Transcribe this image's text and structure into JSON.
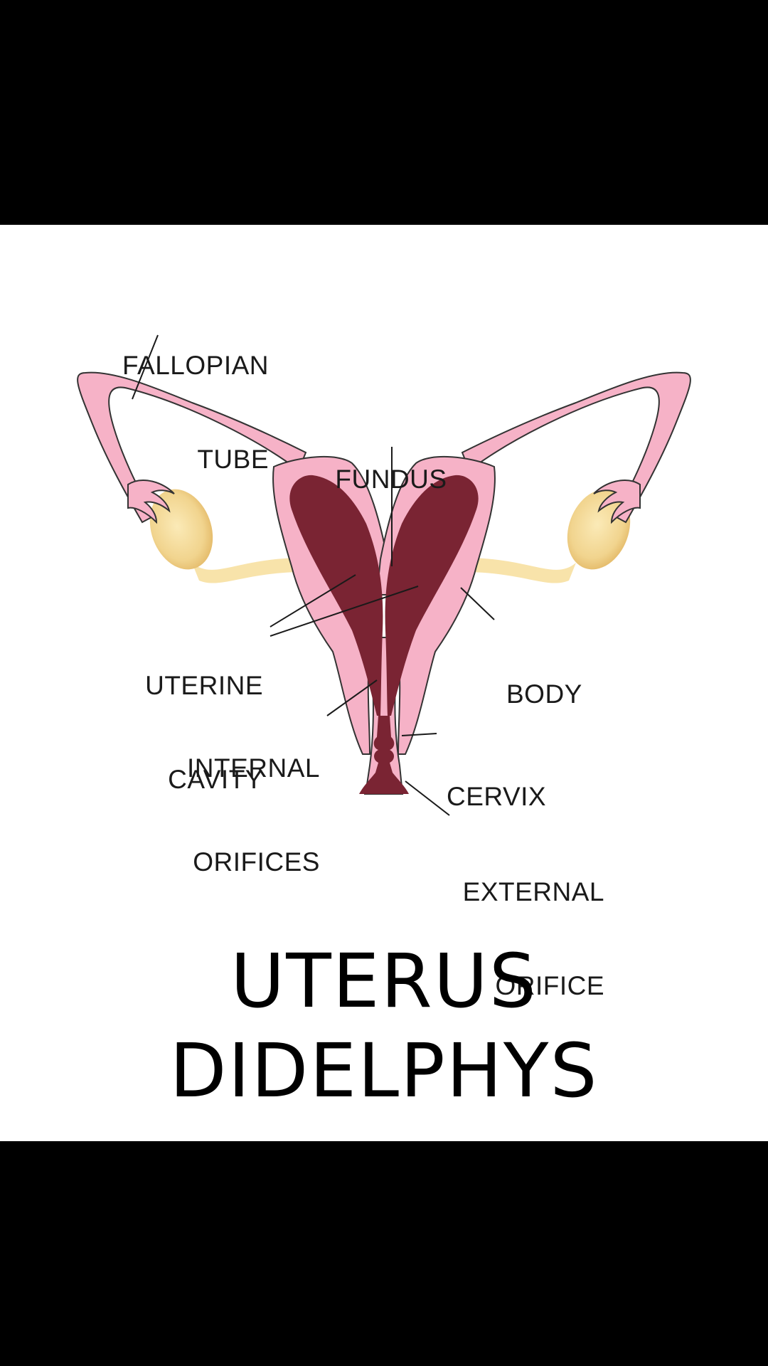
{
  "title": {
    "line1": "UTERUS",
    "line2": "DIDELPHYS"
  },
  "labels": {
    "fallopian_tube": [
      "FALLOPIAN",
      "TUBE"
    ],
    "fundus": "FUNDUS",
    "uterine_cavity": [
      "UTERINE",
      "CAVITY"
    ],
    "body": "BODY",
    "internal_orifices": [
      "INTERNAL",
      "ORIFICES"
    ],
    "cervix": "CERVIX",
    "external_orifice": [
      "EXTERNAL",
      "ORIFICE"
    ]
  },
  "colors": {
    "tissue": "#f6b2c7",
    "tissue_outline": "#333333",
    "cavity": "#7a2433",
    "ovary": "#f3dc9c",
    "ligament": "#f8e3aa",
    "background": "#ffffff",
    "letterbox": "#000000"
  }
}
